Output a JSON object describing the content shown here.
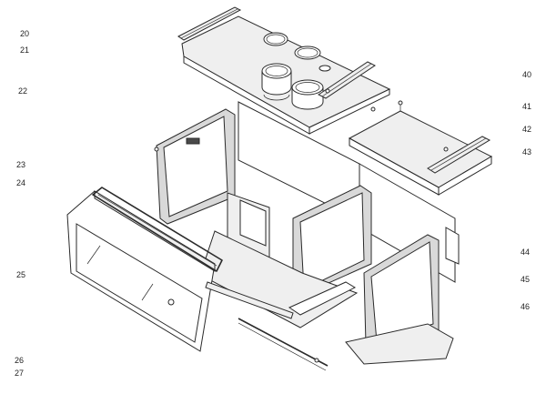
{
  "diagram": {
    "labels_left": [
      "20",
      "21",
      "22",
      "23",
      "24",
      "25",
      "26",
      "27"
    ],
    "labels_right": [
      "40",
      "41",
      "42",
      "43",
      "44",
      "45",
      "46"
    ]
  }
}
